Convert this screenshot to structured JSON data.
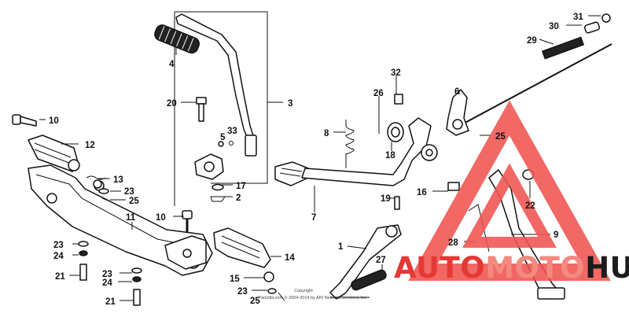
{
  "labels": [
    {
      "id": "31",
      "text": "31"
    },
    {
      "id": "30",
      "text": "30"
    },
    {
      "id": "29",
      "text": "29"
    },
    {
      "id": "4",
      "text": "4"
    },
    {
      "id": "32",
      "text": "32"
    },
    {
      "id": "26",
      "text": "26"
    },
    {
      "id": "6",
      "text": "6"
    },
    {
      "id": "20",
      "text": "20"
    },
    {
      "id": "3",
      "text": "3"
    },
    {
      "id": "10a",
      "text": "10"
    },
    {
      "id": "33",
      "text": "33"
    },
    {
      "id": "5",
      "text": "5"
    },
    {
      "id": "8",
      "text": "8"
    },
    {
      "id": "18",
      "text": "18"
    },
    {
      "id": "25a",
      "text": "25"
    },
    {
      "id": "12",
      "text": "12"
    },
    {
      "id": "17",
      "text": "17"
    },
    {
      "id": "2",
      "text": "2"
    },
    {
      "id": "13",
      "text": "13"
    },
    {
      "id": "23a",
      "text": "23"
    },
    {
      "id": "25b",
      "text": "25"
    },
    {
      "id": "16",
      "text": "16"
    },
    {
      "id": "19",
      "text": "19"
    },
    {
      "id": "22",
      "text": "22"
    },
    {
      "id": "7",
      "text": "7"
    },
    {
      "id": "11",
      "text": "11"
    },
    {
      "id": "10b",
      "text": "10"
    },
    {
      "id": "9",
      "text": "9"
    },
    {
      "id": "1",
      "text": "1"
    },
    {
      "id": "28",
      "text": "28"
    },
    {
      "id": "23b",
      "text": "23"
    },
    {
      "id": "24a",
      "text": "24"
    },
    {
      "id": "14",
      "text": "14"
    },
    {
      "id": "27",
      "text": "27"
    },
    {
      "id": "21a",
      "text": "21"
    },
    {
      "id": "23c",
      "text": "23"
    },
    {
      "id": "24b",
      "text": "24"
    },
    {
      "id": "15",
      "text": "15"
    },
    {
      "id": "23d",
      "text": "23"
    },
    {
      "id": "25c",
      "text": "25"
    },
    {
      "id": "21b",
      "text": "21"
    }
  ],
  "copyright": {
    "line1": "Copyright",
    "line2": "Partzilla.com © 2004-2014 by ARI Network Services, Inc."
  },
  "watermark": {
    "text_a": "AUTO",
    "text_b": "MOTO",
    "text_c": "HUB",
    "color_a": "#e53935",
    "color_b": "#f28a80",
    "color_c": "#1c1c1c",
    "triangle_color": "#ef5350"
  }
}
